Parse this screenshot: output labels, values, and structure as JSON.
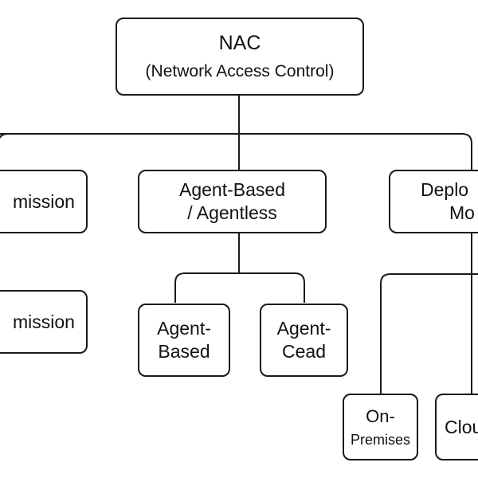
{
  "root": {
    "title": "NAC",
    "subtitle": "(Network Access Control)"
  },
  "level1": [
    {
      "label": "mission"
    },
    {
      "line1": "Agent-Based",
      "line2": "/ Agentless"
    },
    {
      "line1": "Deplo",
      "line2": "Mo"
    }
  ],
  "level2_left": {
    "label": "mission"
  },
  "agent_children": [
    {
      "line1": "Agent-",
      "line2": "Based"
    },
    {
      "line1": "Agent-",
      "line2": "Cead"
    }
  ],
  "deploy_children": [
    {
      "line1": "On-",
      "line2": "Premises"
    },
    {
      "label": "Clou"
    }
  ],
  "colors": {
    "line": "#1a1a1a",
    "box_border": "#1a1a1a",
    "background": "#ffffff"
  }
}
